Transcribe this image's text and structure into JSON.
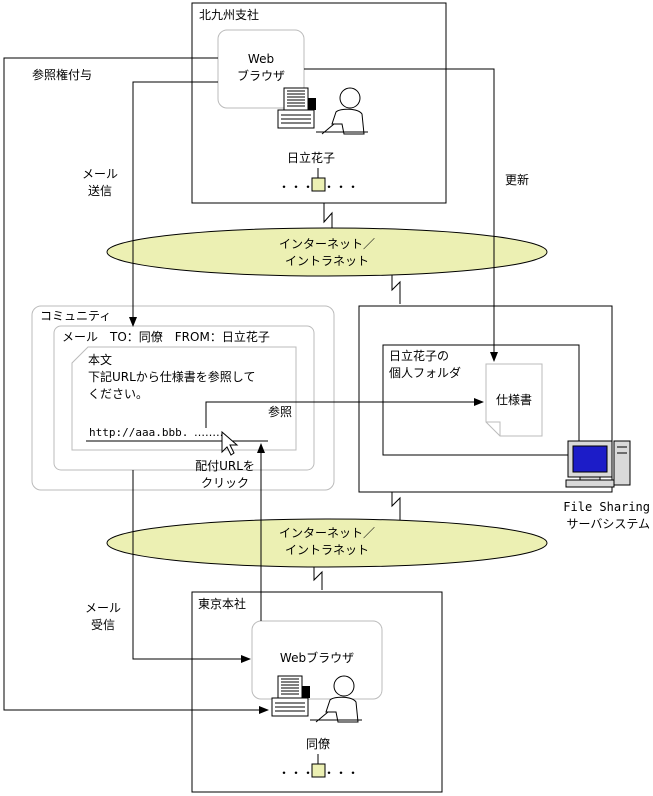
{
  "offices": {
    "kitakyushu": {
      "title": "北九州支社",
      "person": "日立花子",
      "more_left": "・・・",
      "more_right": "・・・"
    },
    "tokyo": {
      "title": "東京本社",
      "person": "同僚",
      "more_left": "・・・",
      "more_right": "・・・"
    }
  },
  "browser_top": {
    "line1": "Web",
    "line2": "ブラウザ"
  },
  "browser_bottom": {
    "label": "Webブラウザ"
  },
  "networks": {
    "top": {
      "line1": "インターネット／",
      "line2": "イントラネット"
    },
    "bottom": {
      "line1": "インターネット／",
      "line2": "イントラネット"
    }
  },
  "community": {
    "title": "コミュニティ",
    "mail_header": "メール　TO：同僚　FROM：日立花子",
    "body_heading": "本文",
    "body_line1": "下記URLから仕様書を参照して",
    "body_line2": "ください。",
    "url": "http://aaa.bbb.",
    "url_dots": "………"
  },
  "file_system": {
    "folder_line1": "日立花子の",
    "folder_line2": "個人フォルダ",
    "document": "仕様書",
    "caption_line1": "File Sharing",
    "caption_line2": "サーバシステム"
  },
  "arrow_labels": {
    "grant": "参照権付与",
    "send_line1": "メール",
    "send_line2": "送信",
    "update": "更新",
    "reference": "参照",
    "click_line1": "配付URLを",
    "click_line2": "クリック",
    "recv_line1": "メール",
    "recv_line2": "受信"
  }
}
